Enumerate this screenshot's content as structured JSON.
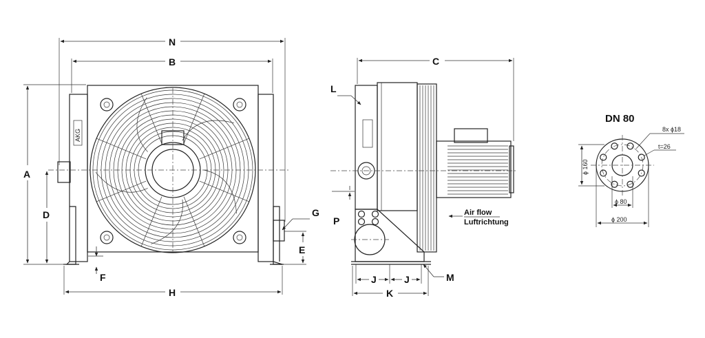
{
  "labels": {
    "N": "N",
    "B": "B",
    "C": "C",
    "A": "A",
    "D": "D",
    "E": "E",
    "F": "F",
    "G": "G",
    "H": "H",
    "L": "L",
    "P": "P",
    "J1": "J",
    "J2": "J",
    "K": "K",
    "M": "M"
  },
  "side_view": {
    "airflow_en": "Air flow",
    "airflow_de": "Luftrichtung"
  },
  "flange": {
    "title": "DN 80",
    "holes": "8x ϕ18",
    "thickness": "t=26",
    "bolt_circle": "ϕ 160",
    "inner_dia": "ϕ 80",
    "outer_dia": "ϕ 200"
  },
  "brand_text": "AKG"
}
